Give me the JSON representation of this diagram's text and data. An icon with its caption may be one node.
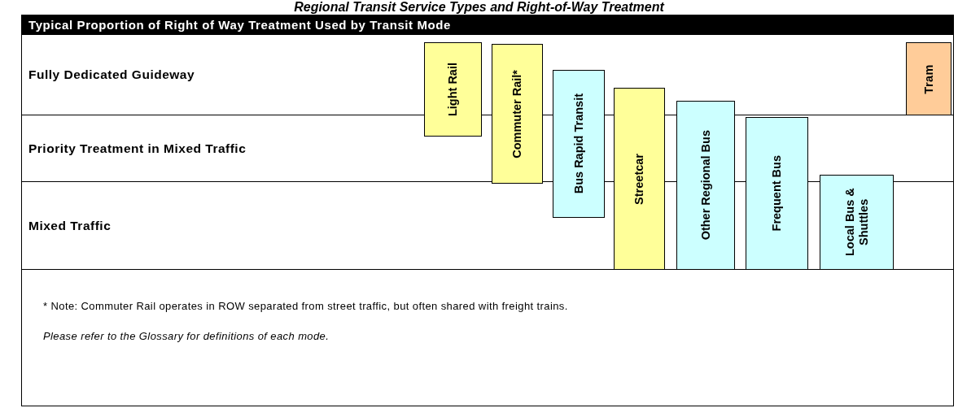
{
  "diagram": {
    "title": "Regional Transit Service Types and Right-of-Way Treatment",
    "nodes": [
      {
        "text": [
          "Typical Proportion of Right of Way Treatment Used by Transit Mode"
        ]
      },
      {
        "text": [
          "Fully Dedicated Guideway"
        ]
      },
      {
        "text": [
          "Priority Treatment in Mixed Traffic"
        ]
      },
      {
        "text": [
          "Mixed Traffic"
        ]
      },
      {
        "text": [
          "Light Rail"
        ]
      },
      {
        "text": [
          "Commuter Rail*"
        ]
      },
      {
        "text": [
          "Bus Rapid Transit"
        ]
      },
      {
        "text": [
          "Streetcar"
        ]
      },
      {
        "text": [
          "Other Regional Bus"
        ]
      },
      {
        "text": [
          "Frequent Bus"
        ]
      },
      {
        "text": [
          "Local Bus & Shuttles"
        ]
      },
      {
        "text": [
          "Tram"
        ],
        "in": 1
      }
    ],
    "labels": [
      "* Note: Commuter Rail operates in ROW separated from street traffic, but often shared with freight trains.",
      "Please refer to the Glossary for definitions of each mode."
    ]
  }
}
